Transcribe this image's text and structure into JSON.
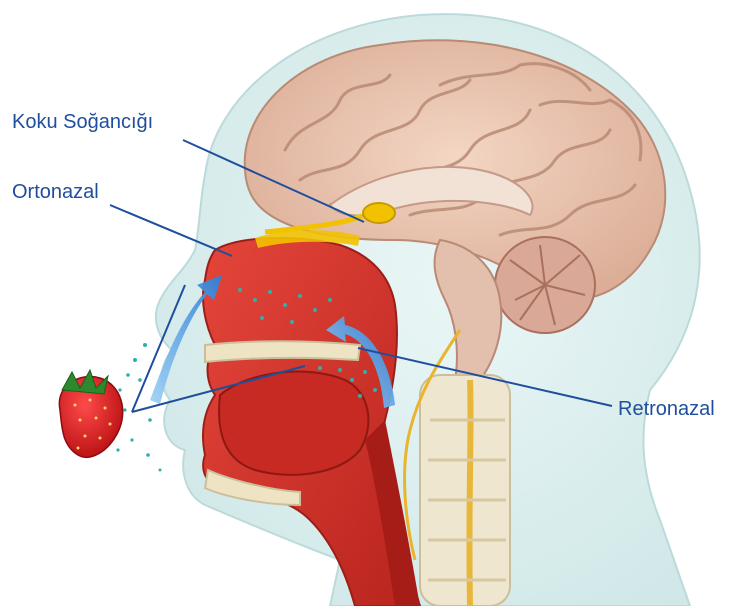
{
  "labels": {
    "olfactory_bulb": "Koku Soğancığı",
    "orthonasal": "Ortonazal",
    "retronasal": "Retronazal"
  },
  "colors": {
    "label_text": "#1f4e9c",
    "pointer_line": "#1f4e9c",
    "flow_arrow": "#3a86d8",
    "olfactory_bulb": "#f2c200",
    "tissue_red": "#d8342a",
    "skin": "#d6ecec",
    "brain": "#e9c7b3"
  }
}
